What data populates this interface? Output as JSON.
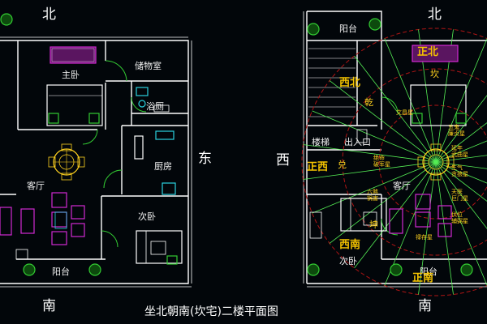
{
  "left_plan": {
    "north": "北",
    "south": "南",
    "east": "东",
    "rooms": {
      "master": "主卧",
      "storage": "储物室",
      "bath": "浴厕",
      "kitchen": "厨房",
      "living": "客厅",
      "second": "次卧",
      "balcony": "阳台"
    }
  },
  "right_plan": {
    "north": "北",
    "south": "南",
    "west": "西",
    "rooms": {
      "balcony_top": "阳台",
      "stair": "楼梯",
      "entry": "出入口",
      "living": "客厅",
      "second": "次卧",
      "balcony_bottom": "阳台"
    },
    "directions": {
      "zheng_bei": "正北",
      "xi_bei": "西北",
      "zheng_xi": "正西",
      "xi_nan": "西南",
      "zheng_nan": "正南"
    },
    "trigrams": {
      "qian": "乾",
      "kan": "坎",
      "dui": "兑",
      "kun": "坤"
    },
    "stars": [
      "五鬼",
      "廉贞星",
      "文昌星",
      "绝命",
      "破军星",
      "六煞",
      "祸害",
      "禄存星",
      "延年",
      "武曲星",
      "生气",
      "贪狼星",
      "天医",
      "巨门星",
      "伏位",
      "辅弼星"
    ]
  },
  "caption": "坐北朝南(坎宅)二楼平面图",
  "colors": {
    "background": "#02060a",
    "wall": "#ffffff",
    "furniture_magenta": "#d22ad2",
    "door_green": "#33cc33",
    "compass_red": "#b01515",
    "ray_green": "#55ee55",
    "label_yellow": "#ffd21f"
  }
}
